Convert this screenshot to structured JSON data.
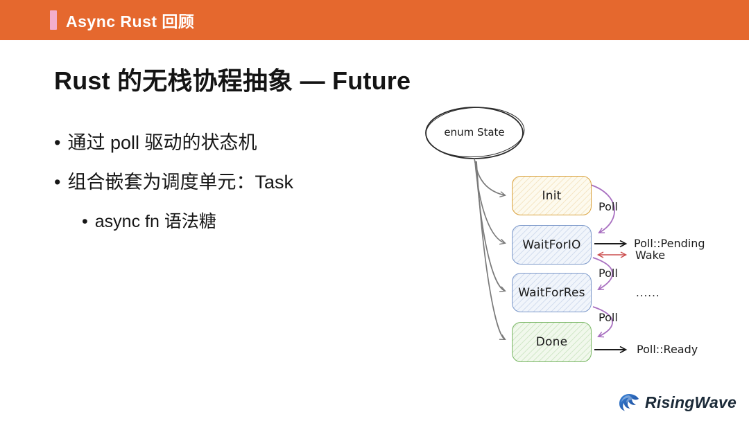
{
  "header": {
    "title": "Async Rust 回顾",
    "bar_color": "#E5682E",
    "accent_color": "#F3AECB"
  },
  "slide": {
    "title": "Rust 的无栈协程抽象 — Future",
    "bullet_marker": "•",
    "bullets": [
      {
        "label": "通过 poll 驱动的状态机"
      },
      {
        "label": "组合嵌套为调度单元：Task"
      },
      {
        "label": "async fn 语法糖"
      }
    ]
  },
  "diagram": {
    "root_label": "enum State",
    "states": [
      {
        "name": "Init"
      },
      {
        "name": "WaitForIO"
      },
      {
        "name": "WaitForRes"
      },
      {
        "name": "Done"
      }
    ],
    "labels": {
      "poll_1": "Poll",
      "poll_2": "Poll",
      "poll_3": "Poll",
      "pending": "Poll::Pending",
      "wake": "Wake",
      "ellipsis": "......",
      "ready": "Poll::Ready"
    },
    "colors": {
      "init_border": "#D9A13B",
      "wait_border": "#7A97C9",
      "done_border": "#78B663",
      "poll_arrow": "#A86FC0",
      "wake_arrow": "#CC4F4F",
      "fan_arrow": "#7A7A7A",
      "result_arrow": "#1A1A1A"
    }
  },
  "footer": {
    "logo_text": "RisingWave",
    "logo_color": "#1E56B0"
  }
}
